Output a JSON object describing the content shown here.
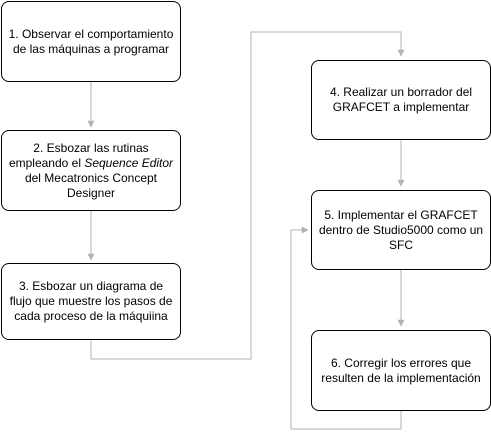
{
  "diagram": {
    "steps": [
      {
        "id": "step-1",
        "text": "1. Observar el comportamiento de las máquinas a programar"
      },
      {
        "id": "step-2",
        "text_before": "2. Esbozar las rutinas empleando el ",
        "text_italic": "Sequence Editor",
        "text_after": " del Mecatronics Concept Designer"
      },
      {
        "id": "step-3",
        "text": "3. Esbozar un diagrama de flujo que muestre los pasos de cada proceso de la máquiina"
      },
      {
        "id": "step-4",
        "text": "4. Realizar un borrador del GRAFCET a implementar"
      },
      {
        "id": "step-5",
        "text": "5. Implementar el GRAFCET dentro de Studio5000 como un SFC"
      },
      {
        "id": "step-6",
        "text": "6. Corregir los errores que resulten de la implementación"
      }
    ],
    "connector_color": "#b3b3b3"
  }
}
